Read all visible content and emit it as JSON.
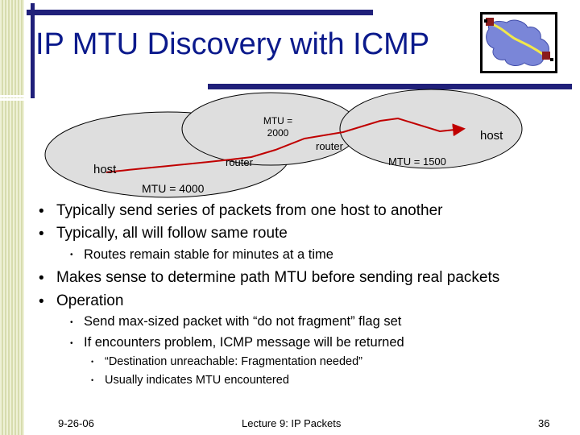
{
  "slide": {
    "title": "IP MTU Discovery with ICMP"
  },
  "diagram": {
    "mtu_2000": "MTU = 2000",
    "router_center": "router",
    "router_left": "router",
    "host_left": "host",
    "host_right": "host",
    "mtu_1500": "MTU = 1500",
    "mtu_4000": "MTU = 4000"
  },
  "bullets": {
    "b1": "Typically send series of packets from one host to another",
    "b2": "Typically, all will follow same route",
    "b2_1": "Routes remain stable for minutes at a time",
    "b3": "Makes sense to determine path MTU before sending real packets",
    "b4": "Operation",
    "b4_1": "Send max-sized packet with “do not fragment” flag set",
    "b4_2": "If encounters problem, ICMP message will be returned",
    "b4_2_1": "“Destination unreachable: Fragmentation needed”",
    "b4_2_2": "Usually indicates MTU encountered"
  },
  "footer": {
    "date": "9-26-06",
    "lecture": "Lecture 9: IP Packets",
    "page": "36"
  },
  "colors": {
    "title": "#0b1a8c",
    "accent_bar": "#20207a",
    "path_arrow": "#c00000",
    "ellipse_fill": "#dedede"
  },
  "icons": {
    "logo": "network-cloud-icon",
    "bullet": "bullet-dot-icon"
  }
}
